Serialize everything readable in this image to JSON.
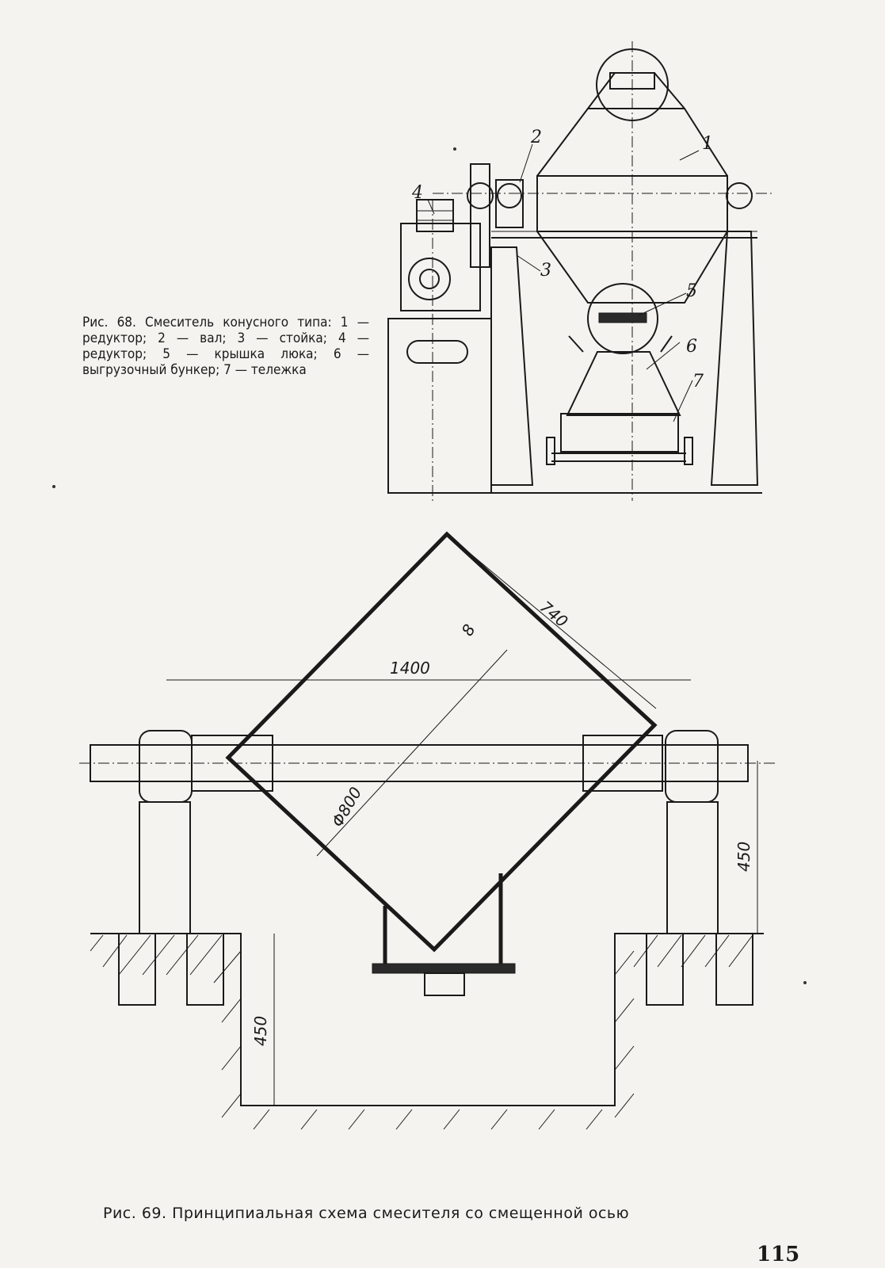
{
  "figure68": {
    "caption": "Рис. 68. Смеситель конусного типа: 1 — редуктор; 2 — вал; 3 — стойка; 4 — редуктор; 5 — крышка люка; 6 — выгрузочный бункер; 7 — тележка",
    "caption_title": "Рис. 68. Смеситель конусного типа:",
    "legend": [
      {
        "num": "1",
        "text": "редуктор"
      },
      {
        "num": "2",
        "text": "вал"
      },
      {
        "num": "3",
        "text": "стойка"
      },
      {
        "num": "4",
        "text": "редуктор"
      },
      {
        "num": "5",
        "text": "крышка люка"
      },
      {
        "num": "6",
        "text": "выгрузочный бункер"
      },
      {
        "num": "7",
        "text": "тележка"
      }
    ],
    "callouts": [
      "1",
      "2",
      "3",
      "4",
      "5",
      "6",
      "7"
    ]
  },
  "figure69": {
    "caption": "Рис. 69. Принципиальная схема смесителя со смещенной осью",
    "dimensions": {
      "length": "740",
      "wall": "8",
      "span": "1400",
      "diameter": "Φ800",
      "height_right": "450",
      "depth_pit": "450"
    }
  },
  "page_number": "115"
}
